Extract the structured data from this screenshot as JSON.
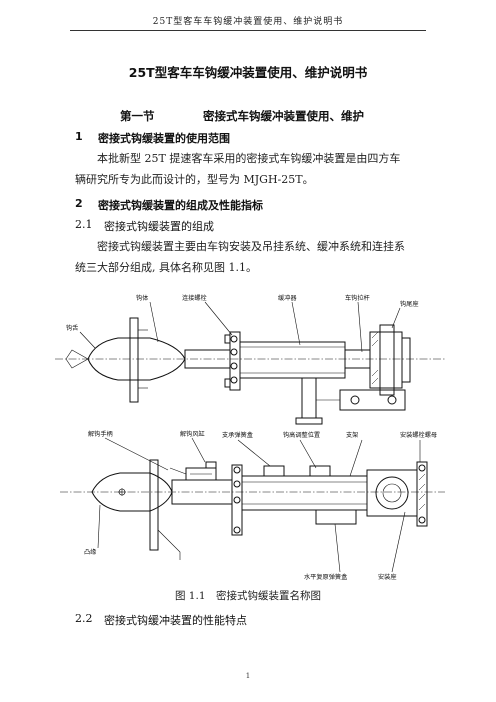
{
  "header": {
    "running_title": "25T型客车车钩缓冲装置使用、维护说明书"
  },
  "doc": {
    "title": "25T型客车车钩缓冲装置使用、维护说明书",
    "section": {
      "number": "第一节",
      "title": "密接式车钩缓冲装置使用、维护"
    },
    "item1": {
      "number": "1",
      "title": "密接式钩缓装置的使用范围"
    },
    "para1": {
      "line1": "本批新型 25T 提速客车采用的密接式车钩缓冲装置是由四方车",
      "line2": "辆研究所专为此而设计的，型号为 MJGH-25T。"
    },
    "item2": {
      "number": "2",
      "title": "密接式钩缓装置的组成及性能指标"
    },
    "item21": {
      "number": "2.1",
      "title": "密接式钩缓装置的组成"
    },
    "para2": {
      "line1": "密接式钩缓装置主要由车钩安装及吊挂系统、缓冲系统和连挂系",
      "line2": "统三大部分组成, 具体名称见图 1.1。"
    },
    "caption": "图 1.1　密接式钩缓装置名称图",
    "item22": {
      "number": "2.2",
      "title": "密接式钩缓冲装置的性能特点"
    },
    "page_number": "1"
  },
  "figure": {
    "top_labels": {
      "hook_tongue": "钩舌",
      "hook_body": "钩体",
      "connect_bolt": "连接螺栓",
      "buffer": "缓冲器",
      "hook_pin": "车钩拉杆",
      "tail_seat": "钩尾座"
    },
    "bottom_labels": {
      "release_handle": "解钩手柄",
      "release_cylinder": "解钩风缸",
      "support_spring_box": "支承弹簧盒",
      "height_position": "钩高调整位置",
      "support": "支架",
      "mount_bolt_nut": "安装螺栓螺母",
      "bellows": "凸缘",
      "horizontal_spring_box": "水平复原弹簧盒",
      "mount_seat": "安装座"
    }
  }
}
